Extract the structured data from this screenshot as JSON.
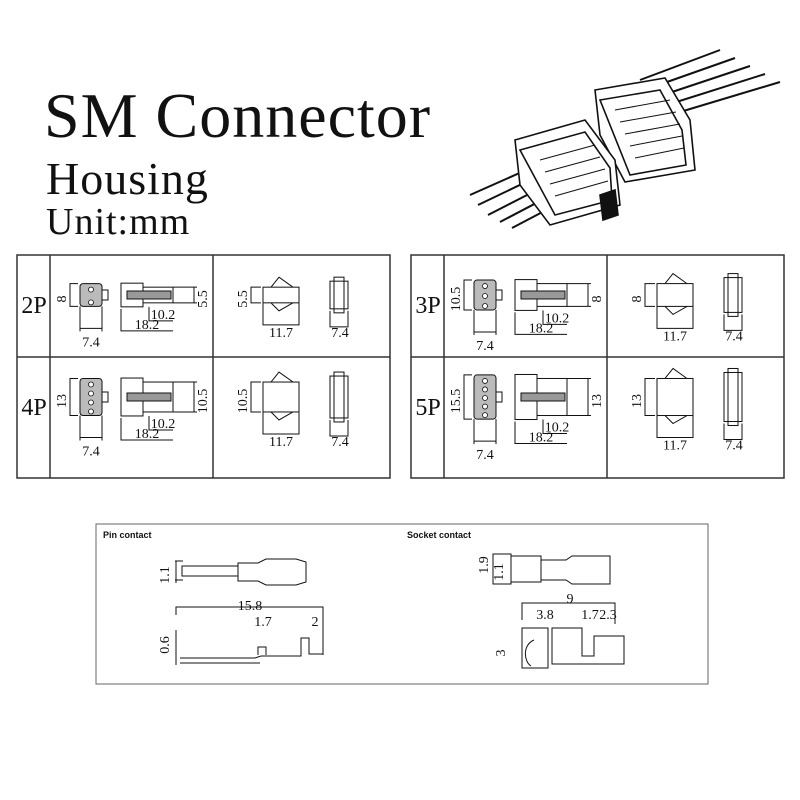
{
  "header": {
    "title": "SM Connector",
    "subtitle": "Housing",
    "unit": "Unit:mm"
  },
  "housing_tables": [
    {
      "rows": [
        {
          "label": "2P",
          "front_height": "8",
          "front_width": "7.4",
          "side_height": "5.5",
          "inner_length": "10.2",
          "total_length": "18.2",
          "top_height": "5.5",
          "top_length": "11.7",
          "top_width": "7.4",
          "pins": 2
        },
        {
          "label": "4P",
          "front_height": "13",
          "front_width": "7.4",
          "side_height": "10.5",
          "inner_length": "10.2",
          "total_length": "18.2",
          "top_height": "10.5",
          "top_length": "11.7",
          "top_width": "7.4",
          "pins": 4
        }
      ]
    },
    {
      "rows": [
        {
          "label": "3P",
          "front_height": "10.5",
          "front_width": "7.4",
          "side_height": "8",
          "inner_length": "10.2",
          "total_length": "18.2",
          "top_height": "8",
          "top_length": "11.7",
          "top_width": "7.4",
          "pins": 3
        },
        {
          "label": "5P",
          "front_height": "15.5",
          "front_width": "7.4",
          "side_height": "13",
          "inner_length": "10.2",
          "total_length": "18.2",
          "top_height": "13",
          "top_length": "11.7",
          "top_width": "7.4",
          "pins": 5
        }
      ]
    }
  ],
  "contacts": {
    "pin": {
      "caption": "Pin contact",
      "diameter": "1.1",
      "length": "15.8",
      "thickness": "0.6",
      "crimp_a": "1.7",
      "crimp_b": "2"
    },
    "socket": {
      "caption": "Socket contact",
      "outer": "1.9",
      "inner": "1.1",
      "length": "9",
      "front": "3.8",
      "crimp_a": "1.7",
      "crimp_b": "2.3",
      "height": "3"
    }
  }
}
